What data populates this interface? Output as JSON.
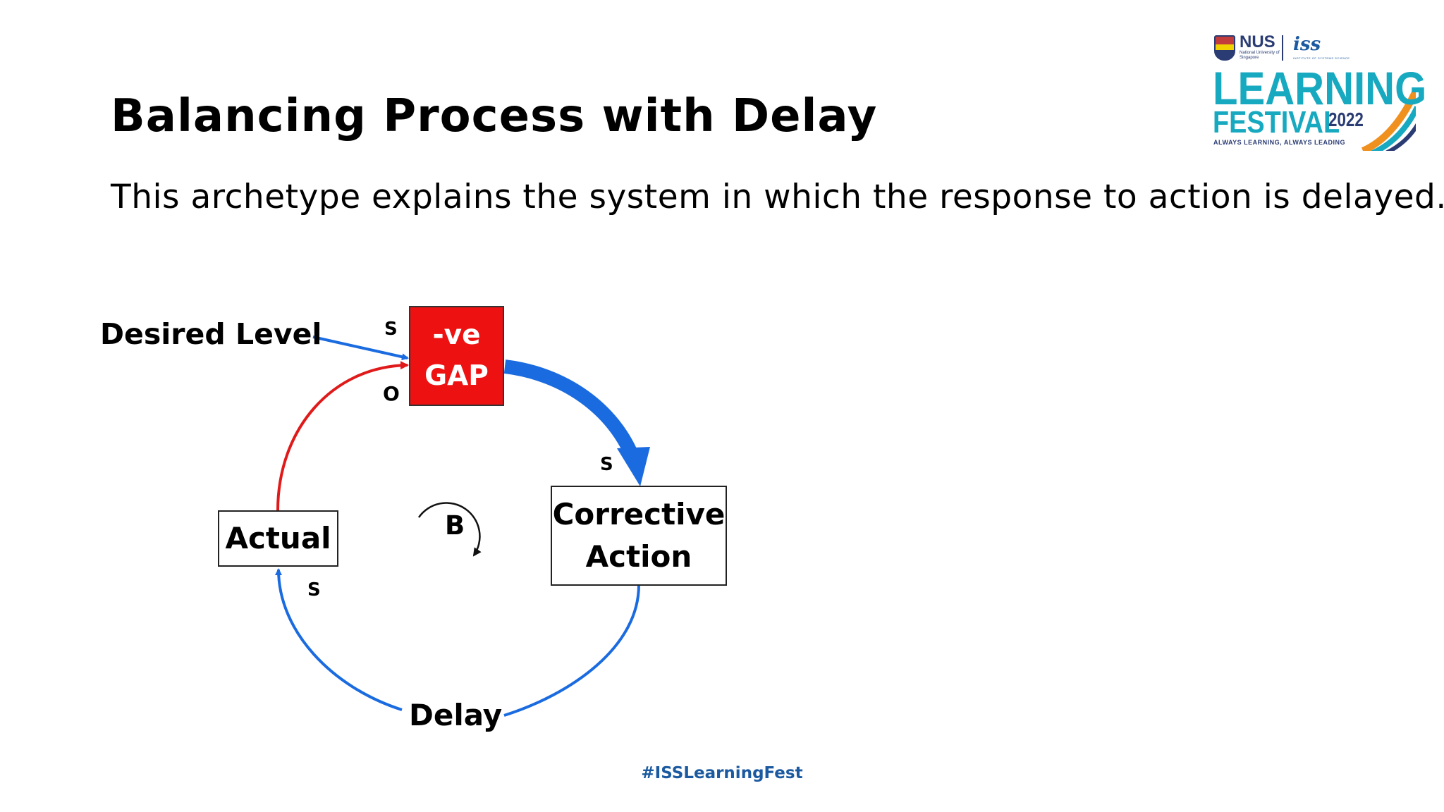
{
  "slide": {
    "title": "Balancing Process with Delay",
    "subtitle": "This archetype explains the system in which the response to action is delayed.",
    "hashtag": "#ISSLearningFest"
  },
  "logo": {
    "nus": "NUS",
    "nus_sub": "National University of Singapore",
    "iss": "iss",
    "iss_sub": "INSTITUTE OF SYSTEMS SCIENCE",
    "learning": "LEARNING",
    "festival": "FESTIVAL",
    "year": "2022",
    "tagline": "ALWAYS LEARNING, ALWAYS LEADING"
  },
  "diagram": {
    "nodes": {
      "desired_level": "Desired Level",
      "gap_line1": "-ve",
      "gap_line2": "GAP",
      "corrective_line1": "Corrective",
      "corrective_line2": "Action",
      "actual": "Actual",
      "delay": "Delay"
    },
    "loop_label": "B",
    "polarity": {
      "desired_to_gap": "S",
      "actual_to_gap": "O",
      "gap_to_action": "S",
      "delay_to_actual": "S"
    },
    "colors": {
      "gap_fill": "#ee1111",
      "positive_link": "#1a6be0",
      "negative_link": "#e01a1a"
    }
  }
}
